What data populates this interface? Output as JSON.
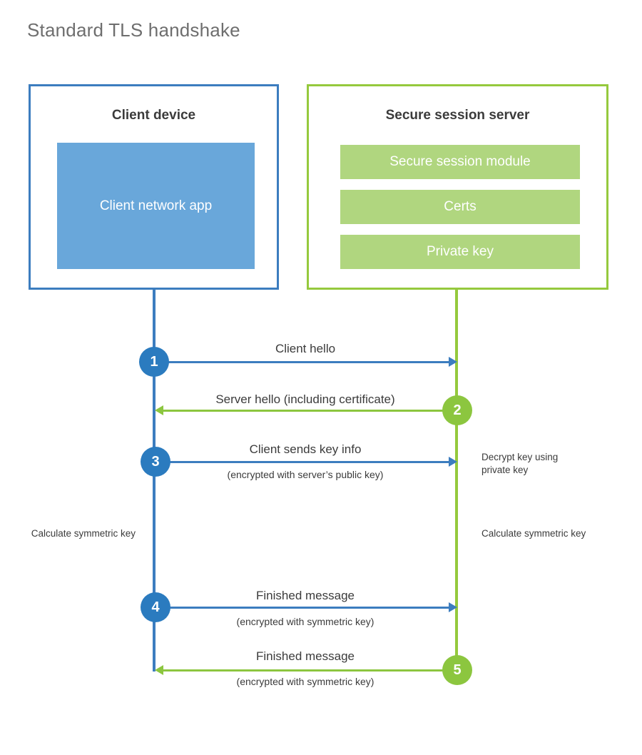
{
  "title": "Standard TLS handshake",
  "client": {
    "box_title": "Client device",
    "app_label": "Client network app",
    "border_color": "#3c7dbf",
    "app_fill_color": "#69a7da"
  },
  "server": {
    "box_title": "Secure session server",
    "border_color": "#95c93d",
    "block_fill_color": "#b0d67f",
    "blocks": [
      {
        "label": "Secure session module"
      },
      {
        "label": "Certs"
      },
      {
        "label": "Private key"
      }
    ]
  },
  "colors": {
    "client_accent": "#3c7dbf",
    "client_circle": "#2b7bbf",
    "server_accent": "#95c93d",
    "server_circle": "#8cc63f",
    "title_text": "#6e6e6e",
    "body_text": "#3b3b3b"
  },
  "steps": [
    {
      "number": "1",
      "label": "Client hello",
      "sublabel": "",
      "direction": "client-to-server",
      "color": "#2b7bbf"
    },
    {
      "number": "2",
      "label": "Server hello (including certificate)",
      "sublabel": "",
      "direction": "server-to-client",
      "color": "#8cc63f"
    },
    {
      "number": "3",
      "label": "Client sends key info",
      "sublabel": "(encrypted with server’s public key)",
      "direction": "client-to-server",
      "color": "#2b7bbf"
    },
    {
      "number": "4",
      "label": "Finished message",
      "sublabel": "(encrypted with symmetric key)",
      "direction": "client-to-server",
      "color": "#2b7bbf"
    },
    {
      "number": "5",
      "label": "Finished message",
      "sublabel": "(encrypted with symmetric key)",
      "direction": "server-to-client",
      "color": "#8cc63f"
    }
  ],
  "annotations": {
    "server_decrypt": "Decrypt key using private key",
    "client_calculate": "Calculate symmetric key",
    "server_calculate": "Calculate symmetric key"
  }
}
